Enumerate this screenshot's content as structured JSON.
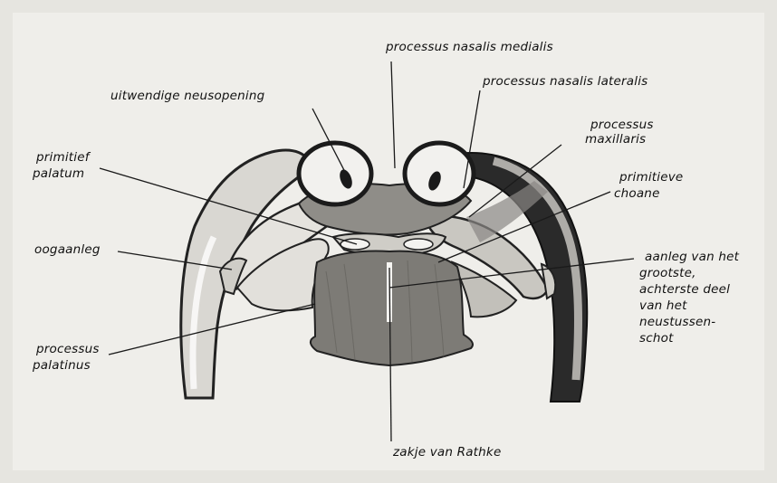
{
  "labels": {
    "processus_nasalis_medialis": "processus nasalis medialis",
    "processus_nasalis_lateralis": "processus nasalis lateralis",
    "uitwendige_neusopening": "uitwendige neusopening",
    "processus_maxillaris_1": "processus",
    "processus_maxillaris_2": "maxillaris",
    "primitief_palatum_1": "primitief",
    "primitief_palatum_2": "palatum",
    "primitieve_choane_1": "primitieve",
    "primitieve_choane_2": "choane",
    "oogaanleg": "oogaanleg",
    "aanleg_1": "aanleg van het",
    "aanleg_2": "grootste,",
    "aanleg_3": "achterste deel",
    "aanleg_4": "van het",
    "aanleg_5": "neustussen-",
    "aanleg_6": "schot",
    "processus_palatinus_1": "processus",
    "processus_palatinus_2": "palatinus",
    "zakje_van_rathke": "zakje van Rathke"
  }
}
